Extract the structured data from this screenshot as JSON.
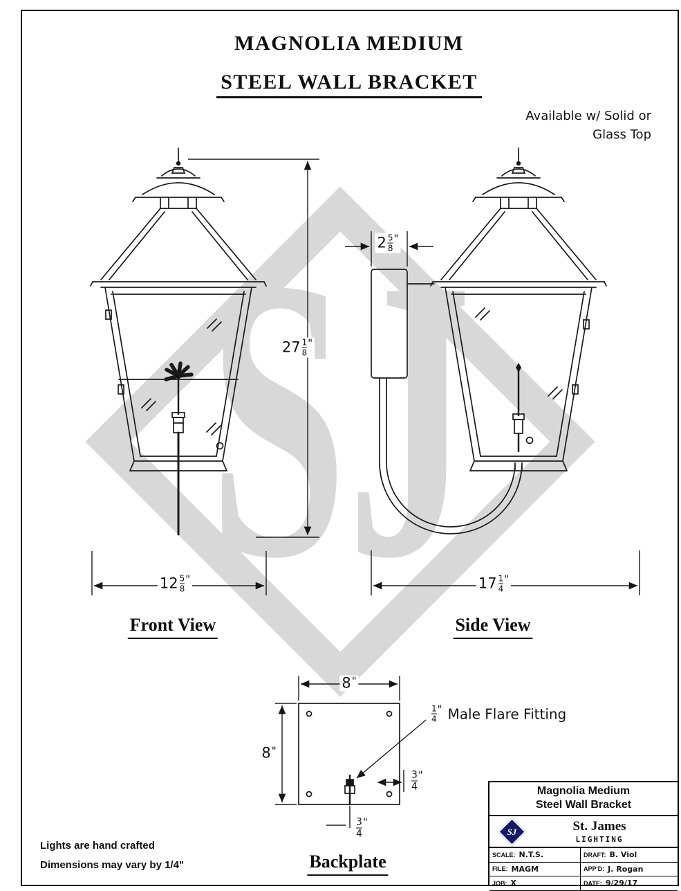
{
  "page": {
    "title_line1": "MAGNOLIA MEDIUM",
    "title_line2": "STEEL WALL BRACKET",
    "availability_line1": "Available w/ Solid or",
    "availability_line2": "Glass Top"
  },
  "watermark": {
    "text": "SJ"
  },
  "front_view": {
    "label": "Front View",
    "height_dim": {
      "whole": "27",
      "num": "1",
      "den": "8",
      "unit": "\""
    },
    "width_dim": {
      "whole": "12",
      "num": "5",
      "den": "8",
      "unit": "\""
    }
  },
  "side_view": {
    "label": "Side View",
    "bracket_depth_dim": {
      "whole": "2",
      "num": "5",
      "den": "8",
      "unit": "\""
    },
    "width_dim": {
      "whole": "17",
      "num": "1",
      "den": "4",
      "unit": "\""
    }
  },
  "backplate": {
    "label": "Backplate",
    "width_dim": {
      "whole": "8",
      "unit": "\""
    },
    "height_dim": {
      "whole": "8",
      "unit": "\""
    },
    "fitting": {
      "num": "1",
      "den": "4",
      "unit": "\"",
      "text": "Male Flare Fitting"
    },
    "offset_right_dim": {
      "num": "3",
      "den": "4",
      "unit": "\""
    },
    "offset_bottom_dim": {
      "num": "3",
      "den": "4",
      "unit": "\""
    }
  },
  "notes": {
    "line1": "Lights are hand crafted",
    "line2": "Dimensions may vary by 1/4\""
  },
  "title_block": {
    "product_line1": "Magnolia Medium",
    "product_line2": "Steel Wall Bracket",
    "logo_text": "SJ",
    "company_name": "St. James",
    "company_sub": "LIGHTING",
    "fields": {
      "scale_label": "SCALE:",
      "scale_value": "N.T.S.",
      "draft_label": "DRAFT:",
      "draft_value": "B. Viol",
      "file_label": "FILE:",
      "file_value": "MAGM",
      "appd_label": "APP'D:",
      "appd_value": "J. Rogan",
      "job_label": "JOB:",
      "job_value": "X",
      "date_label": "DATE:",
      "date_value": "9/29/17"
    }
  }
}
